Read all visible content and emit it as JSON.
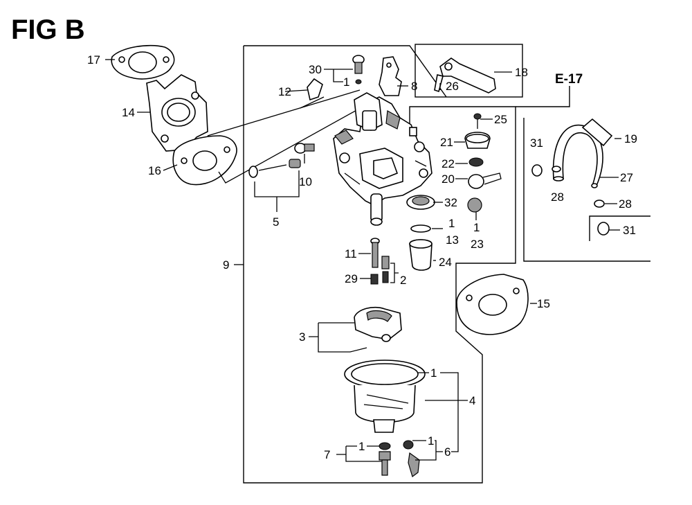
{
  "title": "FIG B",
  "reference": "E-17",
  "callouts": {
    "c17": "17",
    "c14": "14",
    "c16": "16",
    "c30": "30",
    "c1a": "1",
    "c12": "12",
    "c8": "8",
    "c18": "18",
    "c26": "26",
    "c10": "10",
    "c5": "5",
    "c25": "25",
    "c21": "21",
    "c22": "22",
    "c20": "20",
    "c32": "32",
    "c1b": "1",
    "c13": "13",
    "c23a": "1",
    "c23": "23",
    "c31a": "31",
    "c28a": "28",
    "c19": "19",
    "c27": "27",
    "c28b": "28",
    "c31b": "31",
    "c9": "9",
    "c11": "11",
    "c24": "24",
    "c29": "29",
    "c2": "2",
    "c15": "15",
    "c3": "3",
    "c1c": "1",
    "c4": "4",
    "c1d": "1",
    "c1e": "1",
    "c7": "7",
    "c6": "6"
  }
}
